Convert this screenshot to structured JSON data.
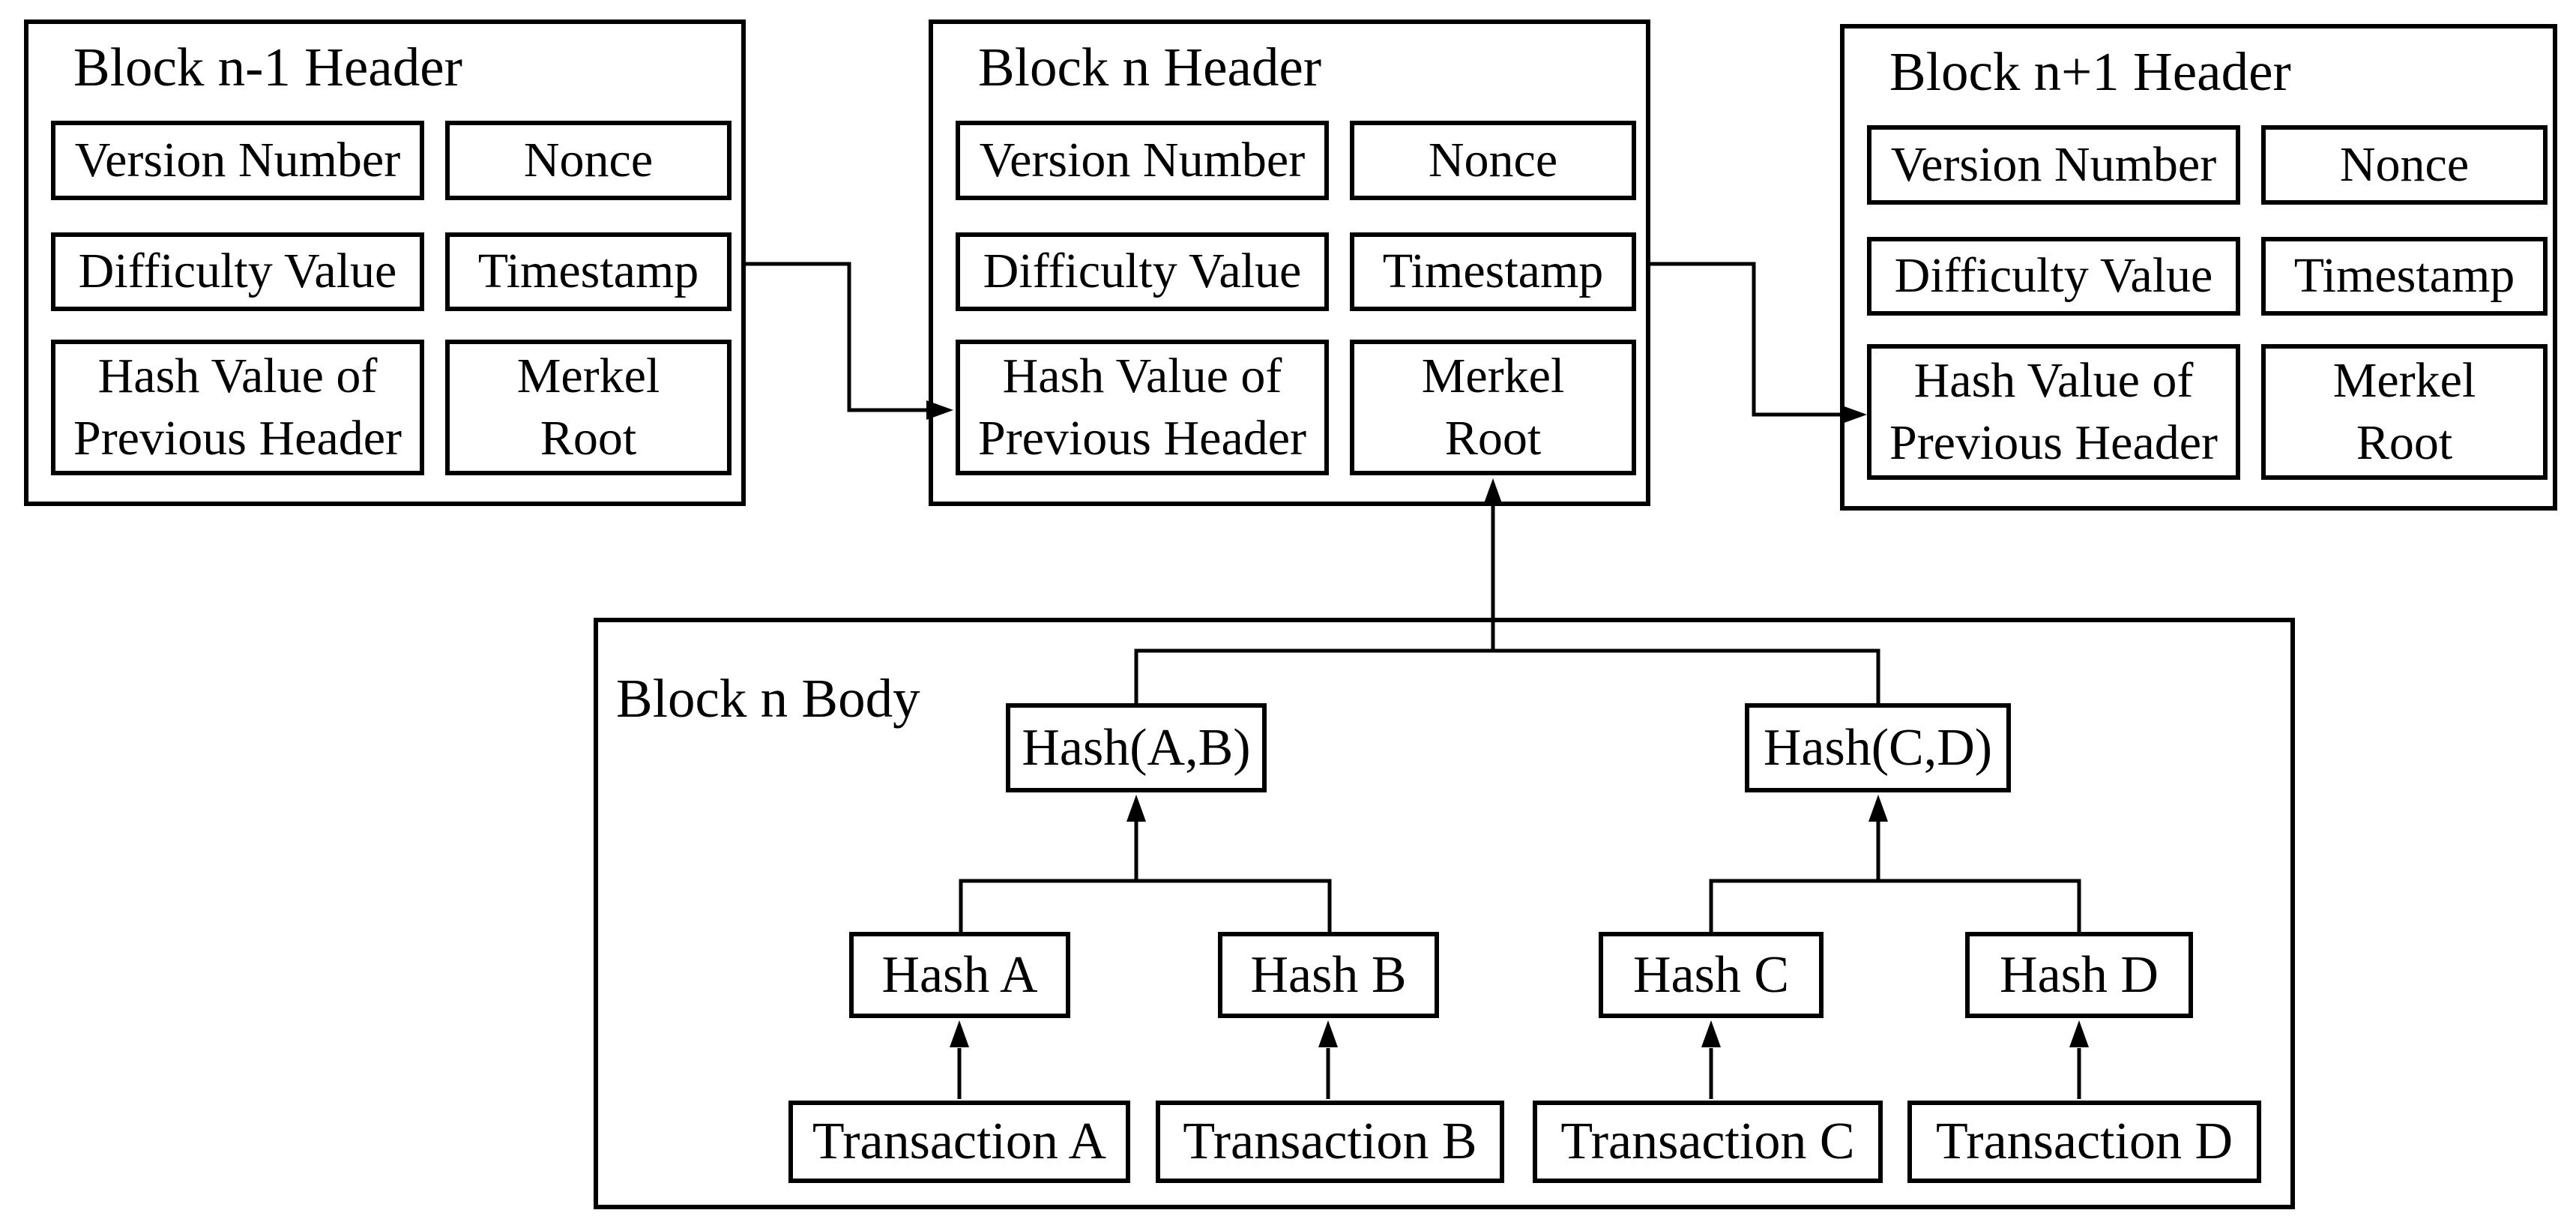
{
  "headers": [
    {
      "title": "Block n-1 Header",
      "fields": {
        "version": "Version Number",
        "nonce": "Nonce",
        "difficulty": "Difficulty Value",
        "timestamp": "Timestamp",
        "prev_hash": "Hash Value of\nPrevious Header",
        "merkel_root": "Merkel\nRoot"
      }
    },
    {
      "title": "Block n Header",
      "fields": {
        "version": "Version Number",
        "nonce": "Nonce",
        "difficulty": "Difficulty Value",
        "timestamp": "Timestamp",
        "prev_hash": "Hash Value of\nPrevious Header",
        "merkel_root": "Merkel\nRoot"
      }
    },
    {
      "title": "Block n+1 Header",
      "fields": {
        "version": "Version Number",
        "nonce": "Nonce",
        "difficulty": "Difficulty Value",
        "timestamp": "Timestamp",
        "prev_hash": "Hash Value of\nPrevious Header",
        "merkel_root": "Merkel\nRoot"
      }
    }
  ],
  "body": {
    "title": "Block n Body",
    "merkle_tree": {
      "level1": [
        "Hash(A,B)",
        "Hash(C,D)"
      ],
      "level2": [
        "Hash A",
        "Hash B",
        "Hash C",
        "Hash D"
      ],
      "transactions": [
        "Transaction A",
        "Transaction B",
        "Transaction C",
        "Transaction D"
      ]
    }
  },
  "colors": {
    "line": "#000000",
    "background": "#ffffff",
    "text": "#000000"
  }
}
